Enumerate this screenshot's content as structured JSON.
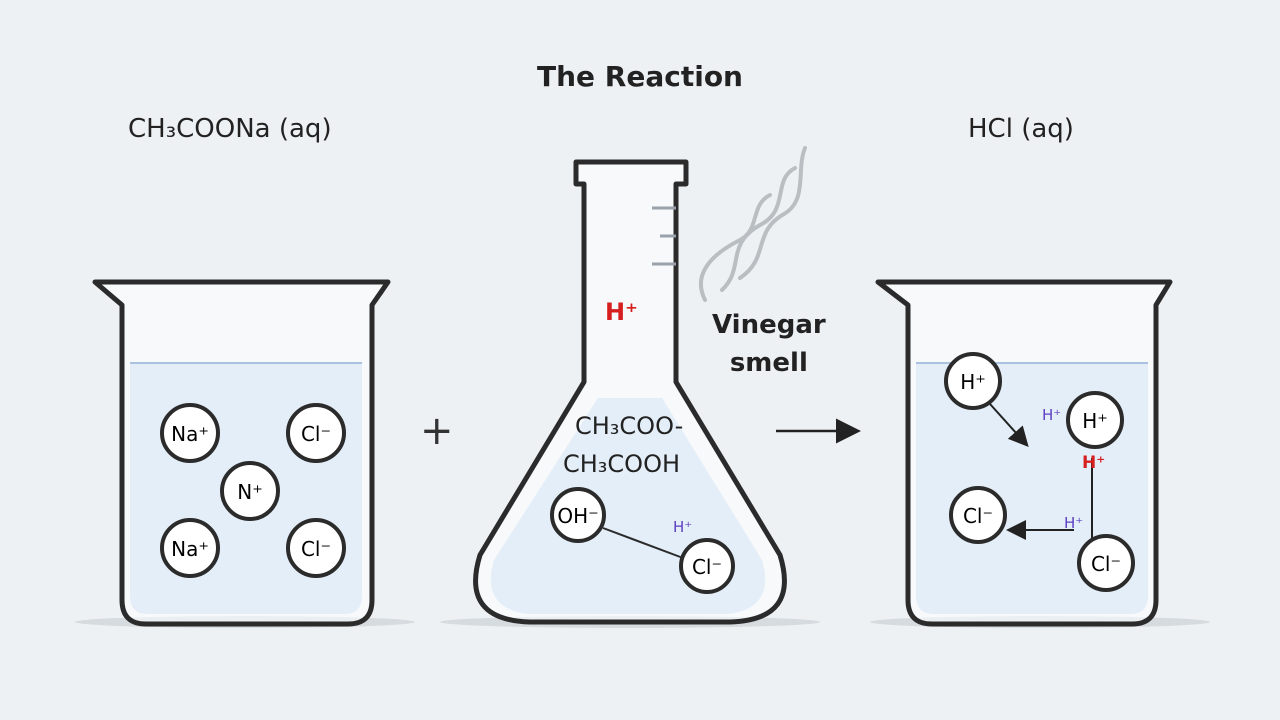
{
  "diagram": {
    "title": "The Reaction",
    "left_beaker": {
      "label": "CH₃COONa (aq)",
      "ions": [
        "Na⁺",
        "Cl⁻",
        "N⁺",
        "Na⁺",
        "Cl⁻"
      ]
    },
    "plus_sign": "+",
    "flask": {
      "h_label": "H⁺",
      "line1": "CH₃COO-",
      "line2": "CH₃COOH",
      "ions": [
        "OH⁻",
        "Cl⁻"
      ],
      "small_label": "H⁺"
    },
    "note": {
      "line1": "Vinegar",
      "line2": "smell"
    },
    "right_beaker": {
      "label": "HCl (aq)",
      "ions": [
        "H⁺",
        "H⁺",
        "Cl⁻",
        "Cl⁻"
      ],
      "small_labels": [
        "H⁺",
        "H⁺",
        "H⁺"
      ]
    },
    "colors": {
      "liquid": "#c4d9ef",
      "outline": "#2b2b2b",
      "accent_red": "#d62020",
      "accent_purple": "#5b3fc4"
    }
  }
}
